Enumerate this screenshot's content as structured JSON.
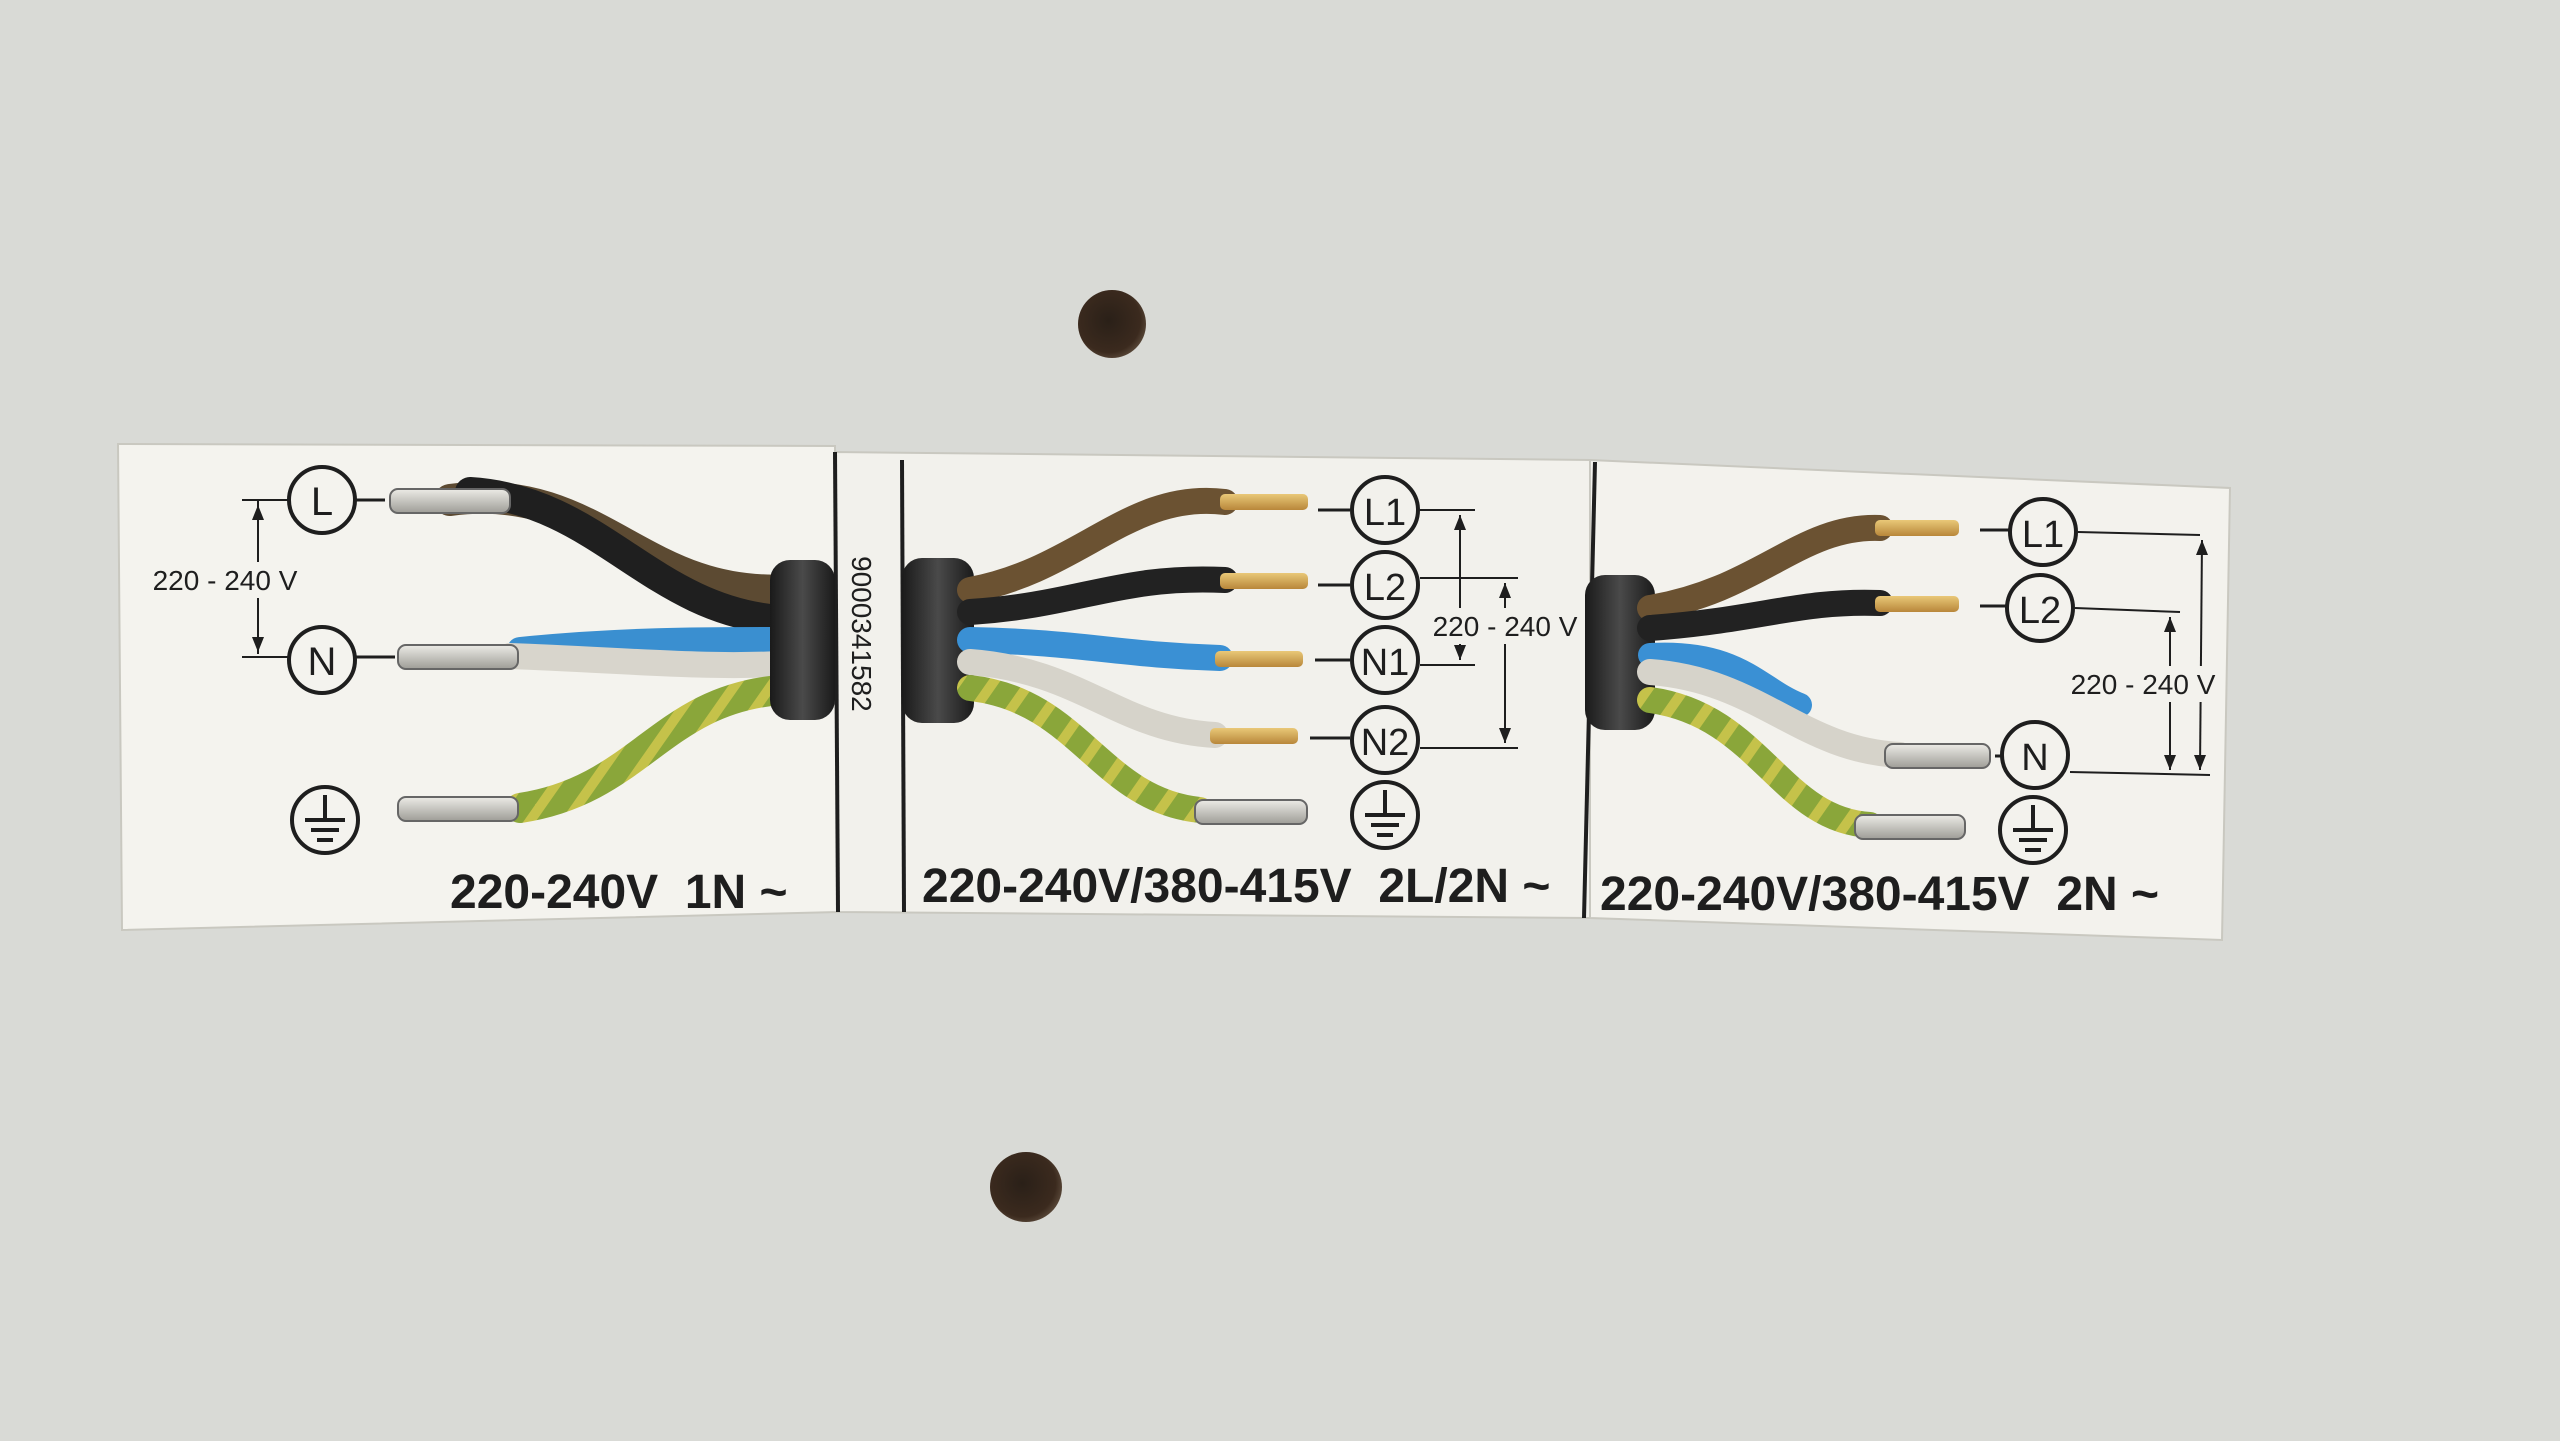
{
  "label": {
    "part_number": "9000341582",
    "panels": [
      {
        "id": "1n",
        "title": "220-240V  1N ~",
        "terminals": [
          "L",
          "N",
          "earth"
        ],
        "voltage_note": "220 - 240 V",
        "wire_colors": [
          "#5a4630",
          "#1f1f1f",
          "#3a8fd0",
          "#d8d5cc",
          "#8aa63a"
        ]
      },
      {
        "id": "2l2n",
        "title": "220-240V/380-415V  2L/2N ~",
        "terminals": [
          "L1",
          "L2",
          "N1",
          "N2",
          "earth"
        ],
        "voltage_note": "220 - 240 V",
        "wire_colors": [
          "#6b5232",
          "#222222",
          "#3a90d4",
          "#d6d3ca",
          "#86a43a"
        ]
      },
      {
        "id": "2n",
        "title": "220-240V/380-415V  2N ~",
        "terminals": [
          "L1",
          "L2",
          "N",
          "earth"
        ],
        "voltage_note": "220 - 240 V",
        "wire_colors": [
          "#6b5232",
          "#222222",
          "#3a90d4",
          "#d6d3ca",
          "#86a43a"
        ]
      }
    ]
  },
  "colors": {
    "wall": "#d9dad6",
    "sticker": "#f4f3ee",
    "ink": "#1e1e1e",
    "copper": "#c9a35a",
    "sheath": "#2b2b2b"
  }
}
